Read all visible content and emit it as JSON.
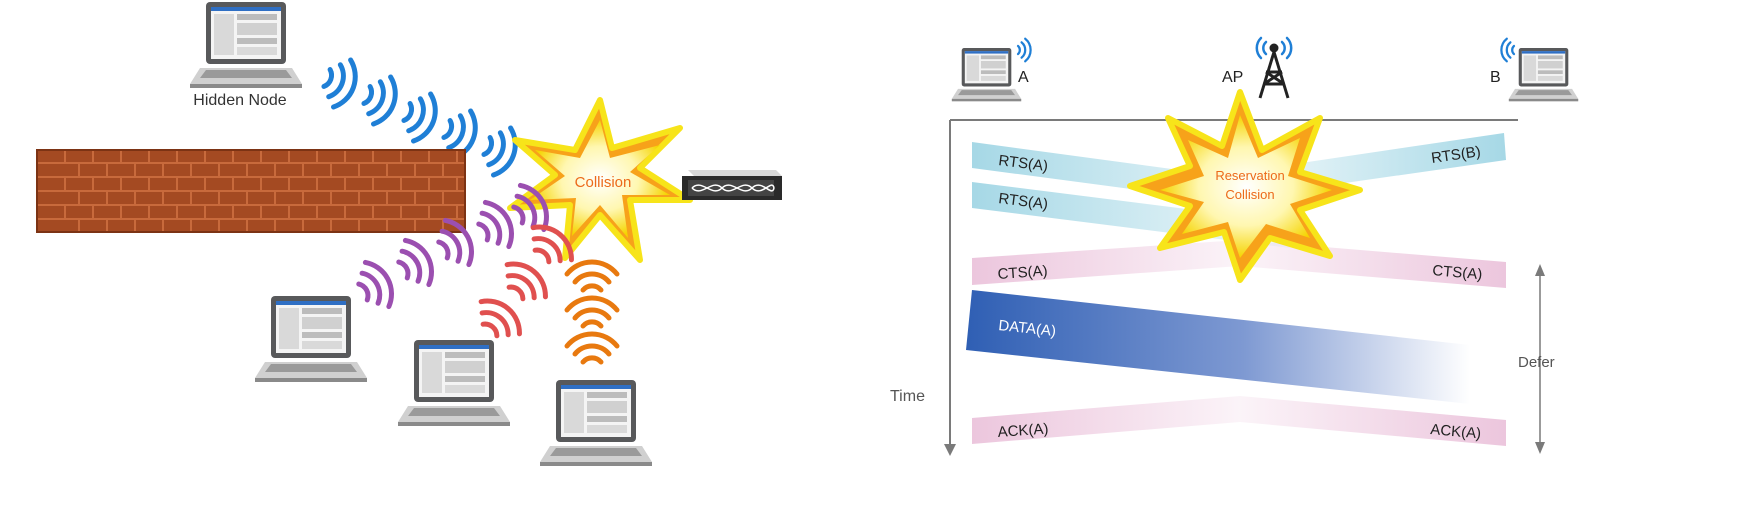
{
  "left_diagram": {
    "hidden_node_label": "Hidden Node",
    "collision_label": "Collision",
    "colors": {
      "wall": "#a44a22",
      "wave_blue": "#1f7fd6",
      "wave_purple": "#9b4fb0",
      "wave_red": "#e0504f",
      "wave_orange": "#e8790f",
      "starburst": "#f7e41a",
      "collision_text": "#ec6a1a"
    },
    "icons": [
      "laptop-icon",
      "brick-wall-icon",
      "access-point-icon",
      "wifi-wave-icon",
      "starburst-icon"
    ]
  },
  "right_diagram": {
    "station_a_label": "A",
    "ap_label": "AP",
    "station_b_label": "B",
    "time_label": "Time",
    "defer_label": "Defer",
    "collision_line1": "Reservation",
    "collision_line2": "Collision",
    "frames": {
      "rts_a_1": "RTS(A)",
      "rts_a_2": "RTS(A)",
      "rts_b": "RTS(B)",
      "cts_a_left": "CTS(A)",
      "cts_a_right": "CTS(A)",
      "data_a": "DATA(A)",
      "ack_a_left": "ACK(A)",
      "ack_a_right": "ACK(A)"
    },
    "colors": {
      "rts": "#a6d8e6",
      "cts": "#ecc6dd",
      "data": "#2f5fb4",
      "axis": "#7a7a7a"
    },
    "icons": [
      "laptop-icon",
      "cell-tower-icon",
      "wifi-signal-icon",
      "starburst-icon"
    ]
  }
}
